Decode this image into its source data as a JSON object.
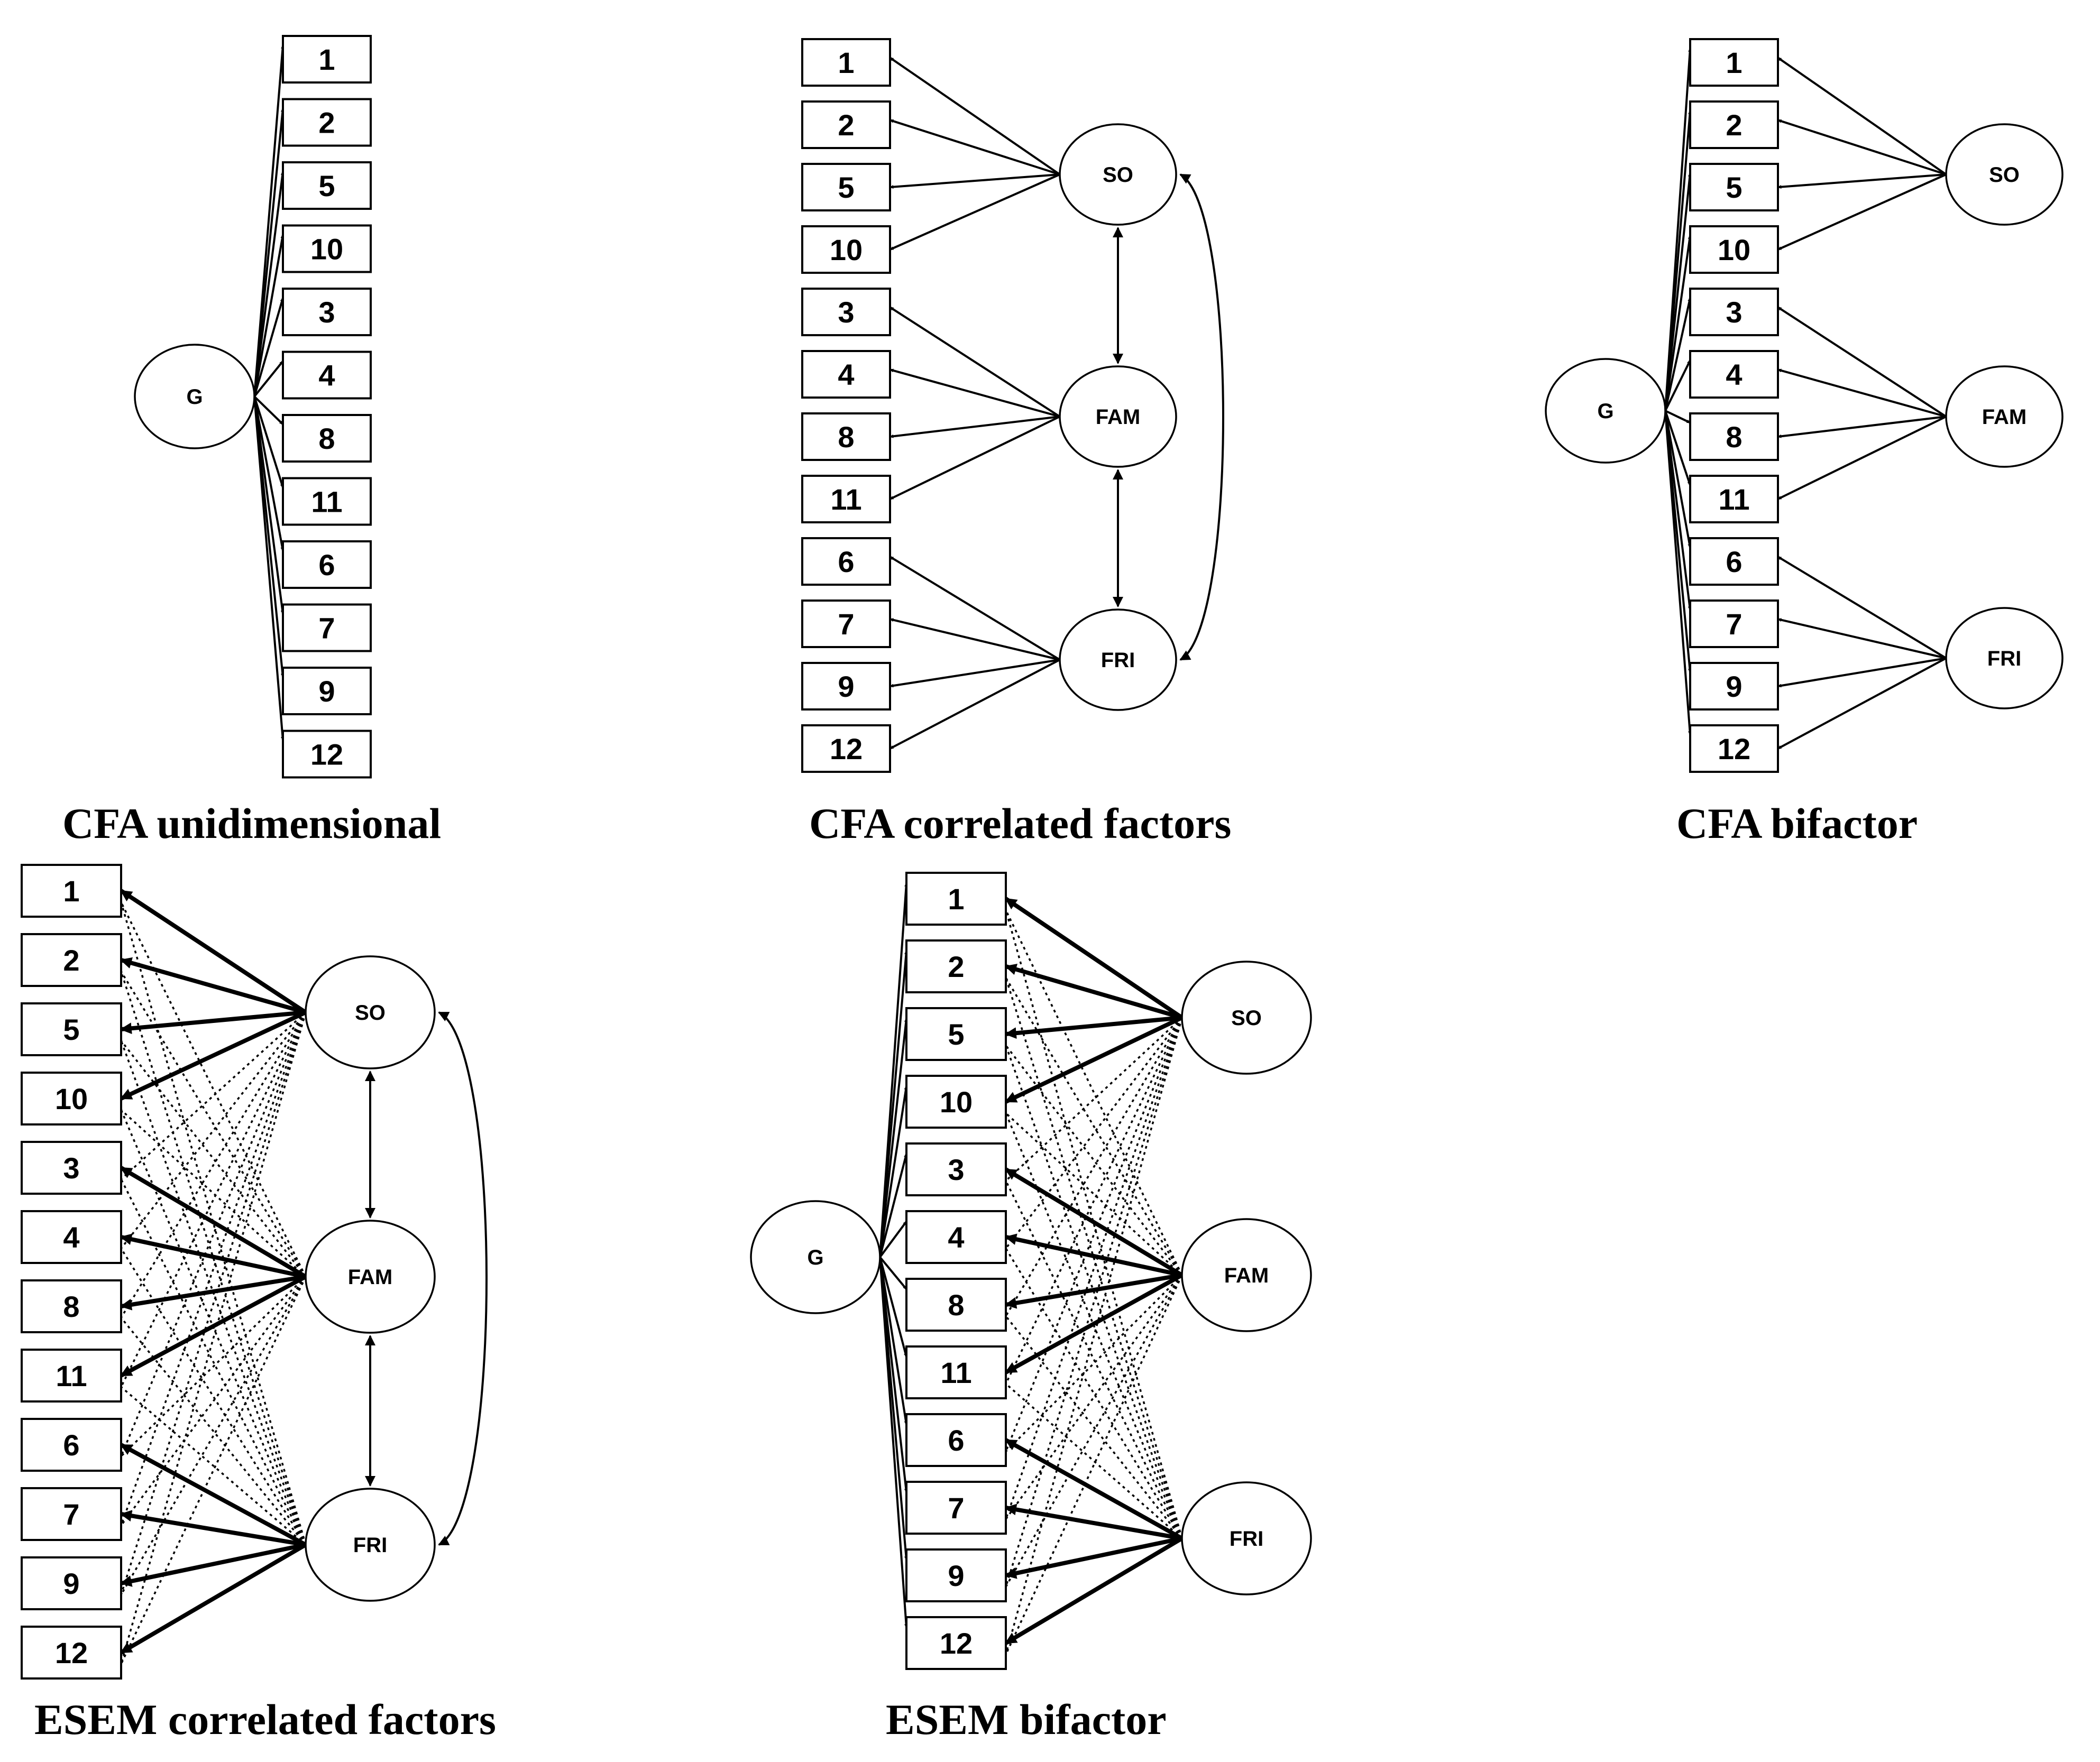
{
  "item_order": [
    "1",
    "2",
    "5",
    "10",
    "3",
    "4",
    "8",
    "11",
    "6",
    "7",
    "9",
    "12"
  ],
  "factor_labels": {
    "G": "G",
    "SO": "SO",
    "FAM": "FAM",
    "FRI": "FRI"
  },
  "panels": [
    {
      "caption": "CFA unidimensional",
      "general": true,
      "specific": false,
      "esem": false,
      "correlated": false
    },
    {
      "caption": "CFA correlated factors",
      "general": false,
      "specific": true,
      "esem": false,
      "correlated": true
    },
    {
      "caption": "CFA bifactor",
      "general": true,
      "specific": true,
      "esem": false,
      "correlated": false
    },
    {
      "caption": "ESEM correlated factors",
      "general": false,
      "specific": true,
      "esem": true,
      "correlated": true
    },
    {
      "caption": "ESEM bifactor",
      "general": true,
      "specific": true,
      "esem": true,
      "correlated": false
    }
  ],
  "style": {
    "line_color": "#000000",
    "background": "#ffffff"
  }
}
